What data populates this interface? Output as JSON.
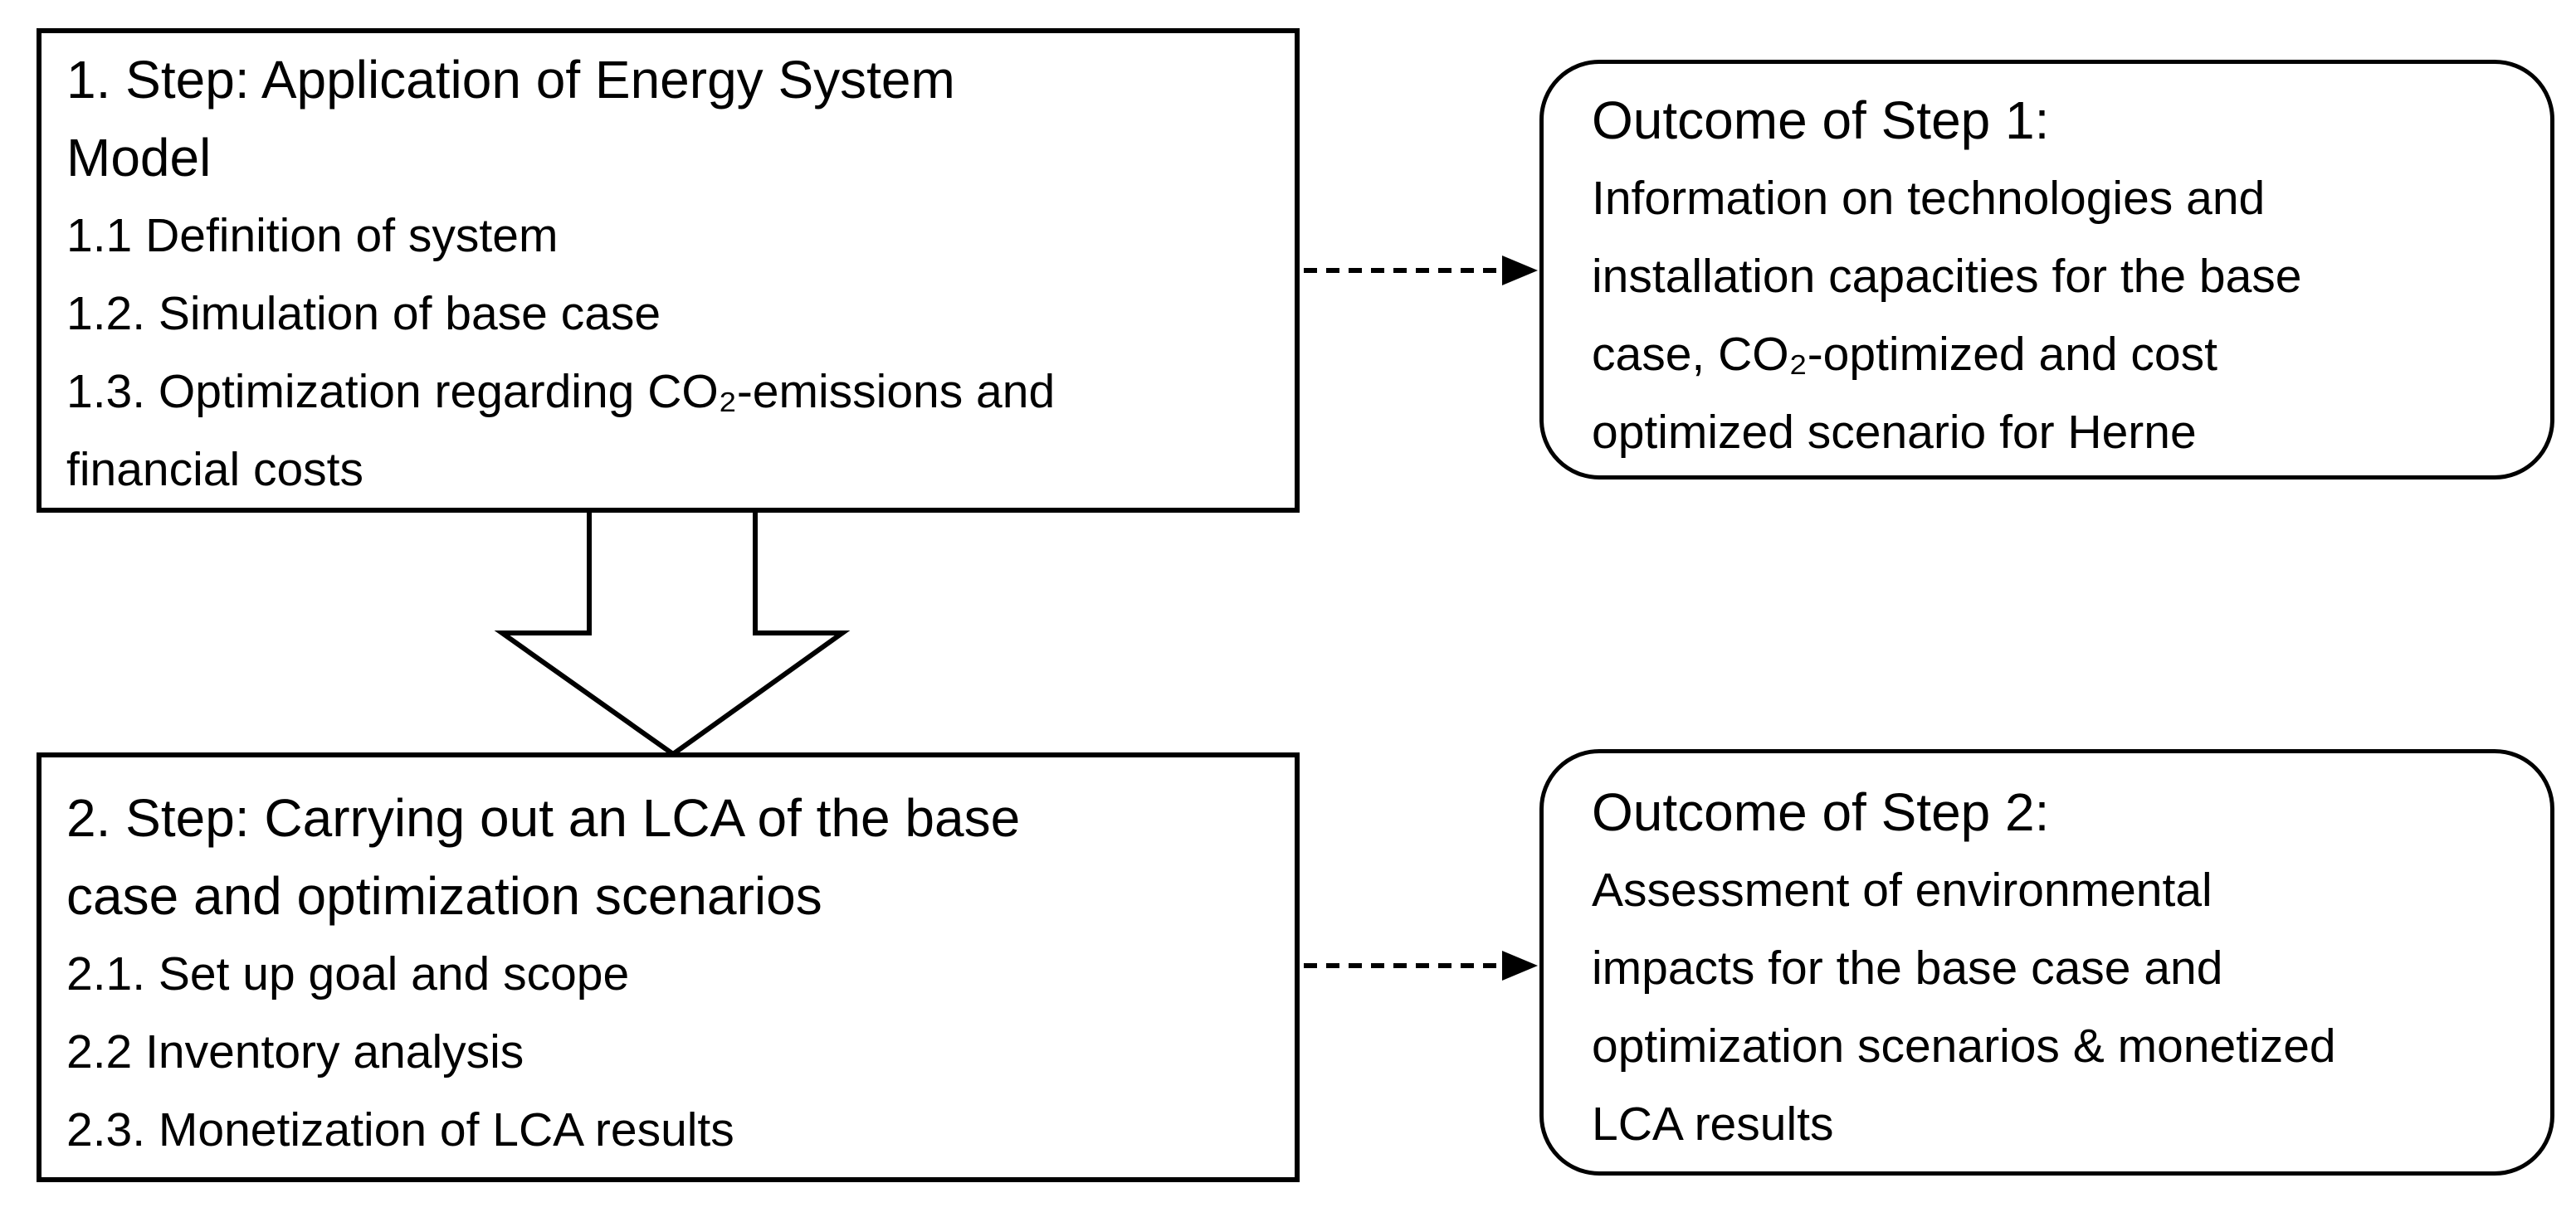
{
  "colors": {
    "background": "#ffffff",
    "line": "#000000",
    "text": "#000000"
  },
  "diagram": {
    "step1_box": {
      "lines": [
        "1. Step: Application of Energy System",
        "Model",
        "1.1 Definition of system",
        "1.2. Simulation of base case",
        "1.3. Optimization regarding CO₂-emissions and",
        "financial costs"
      ]
    },
    "outcome1_box": {
      "lines": [
        "Outcome of Step 1:",
        "Information on technologies and",
        "installation capacities for the base",
        "case, CO₂-optimized and cost",
        "optimized scenario for Herne"
      ]
    },
    "step2_box": {
      "lines": [
        "2. Step: Carrying out an LCA of the base",
        "case and optimization scenarios",
        "2.1. Set up goal and scope",
        "2.2 Inventory analysis",
        "2.3. Monetization of LCA results"
      ]
    },
    "outcome2_box": {
      "lines": [
        "Outcome of Step 2:",
        "Assessment of environmental",
        "impacts for the base case and",
        "optimization scenarios & monetized",
        "LCA results"
      ]
    },
    "icons": {
      "step1_to_step2": "down-block-arrow",
      "step1_to_outcome1": "dashed-right-arrow",
      "step2_to_outcome2": "dashed-right-arrow"
    }
  }
}
